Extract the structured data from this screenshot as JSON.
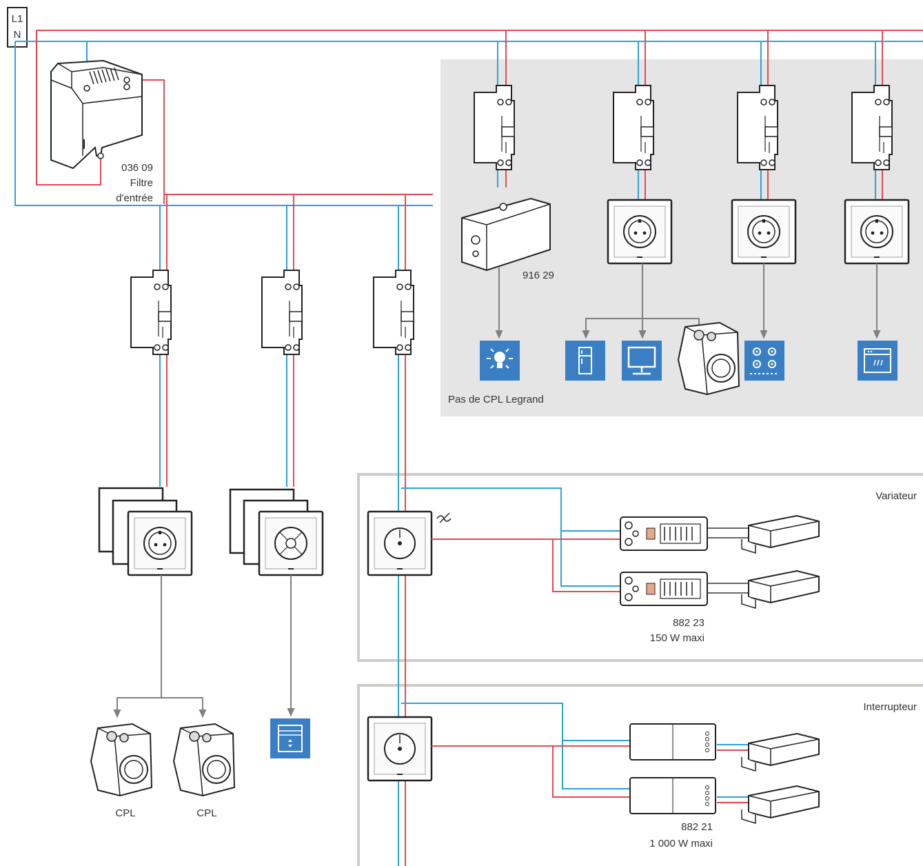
{
  "supply": {
    "phase": "L1",
    "neutral": "N"
  },
  "input_filter": {
    "ref": "036 09",
    "name": "Filtre",
    "subname": "d'entrée"
  },
  "junction_box": {
    "ref": "916 29"
  },
  "no_cpl_note": "Pas de CPL Legrand",
  "cpl_labels": [
    "CPL",
    "CPL"
  ],
  "sections": {
    "dimmer": {
      "title": "Variateur",
      "ref": "882 23",
      "rating": "150 W maxi"
    },
    "switch": {
      "title": "Interrupteur",
      "ref": "882 21",
      "rating": "1 000 W maxi"
    }
  },
  "icons": [
    "lightbulb-icon",
    "fridge-icon",
    "tv-icon",
    "cooktop-icon",
    "oven-icon",
    "blind-control-icon",
    "dimmer-symbol-icon"
  ],
  "colors": {
    "phase": "#e8474f",
    "neutral": "#2aa2dc",
    "link": "#808080",
    "tile": "#3a7fc4",
    "panel": "#e5e5e5",
    "frame": "#cfcbc6"
  }
}
